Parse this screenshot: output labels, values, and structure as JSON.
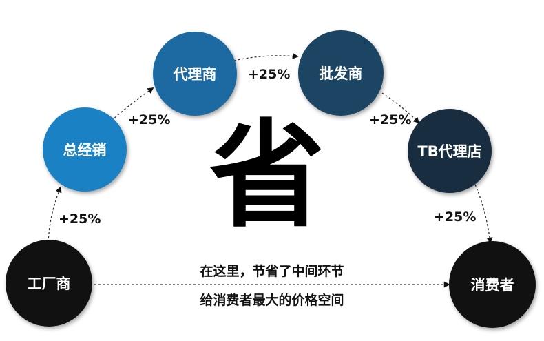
{
  "nodes": {
    "factory": {
      "label": "工厂商",
      "color": "#111111"
    },
    "distributor": {
      "label": "总经销",
      "color": "#1a82c4"
    },
    "agent": {
      "label": "代理商",
      "color": "#1d6aa2"
    },
    "wholesaler": {
      "label": "批发商",
      "color": "#1b4563"
    },
    "tb_store": {
      "label": "TB代理店",
      "color": "#182d40"
    },
    "consumer": {
      "label": "消费者",
      "color": "#111111"
    }
  },
  "markups": {
    "factory_to_distributor": "+25%",
    "distributor_to_agent": "+25%",
    "agent_to_wholesaler": "+25%",
    "wholesaler_to_tb": "+25%",
    "tb_to_consumer": "+25%"
  },
  "center_char": "省",
  "caption": {
    "line1": "在这里，节省了中间环节",
    "line2": "给消费者最大的价格空间"
  }
}
